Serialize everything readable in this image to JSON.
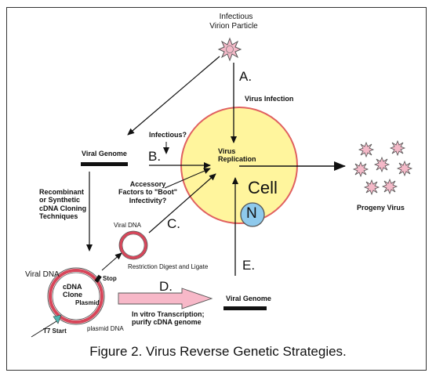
{
  "figure": {
    "caption": "Figure 2.  Virus Reverse Genetic Strategies.",
    "labels": {
      "infectious_virion": [
        "Infectious",
        "Virion Particle"
      ],
      "step_a": "A.",
      "step_b": "B.",
      "step_c": "C.",
      "step_d": "D.",
      "step_e": "E.",
      "virus_infection": "Virus Infection",
      "infectious_question": "Infectious?",
      "viral_genome_top": "Viral Genome",
      "viral_genome_bottom": "Viral Genome",
      "virus_replication": [
        "Virus",
        "Replication"
      ],
      "cell": "Cell",
      "nucleus": "N",
      "progeny_virus": "Progeny Virus",
      "accessory_factors": [
        "Accessory",
        "Factors to \"Boot\"",
        "Infectivity?"
      ],
      "recombinant": [
        "Recombinant",
        "or Synthetic",
        "cDNA Cloning",
        "Techniques"
      ],
      "viral_dna_small": "Viral DNA",
      "restriction": "Restriction Digest and Ligate",
      "viral_dna_left": "Viral DNA",
      "cdna_clone": [
        "cDNA",
        "Clone"
      ],
      "plasmid": "Plasmid",
      "stop": "Stop",
      "t7_start": "T7 Start",
      "plasmid_dna": "plasmid DNA",
      "in_vitro": [
        "In vitro Transcription;",
        "purify cDNA genome"
      ]
    },
    "colors": {
      "cell_fill": "#fff59d",
      "cell_border": "#e06060",
      "nucleus_fill": "#8ec9ec",
      "virion_fill": "#f4b9c8",
      "plasmid_ring": "#d7465a",
      "arrow_fill": "#f7b8c8",
      "t7_fill": "#4fb6b0"
    }
  }
}
